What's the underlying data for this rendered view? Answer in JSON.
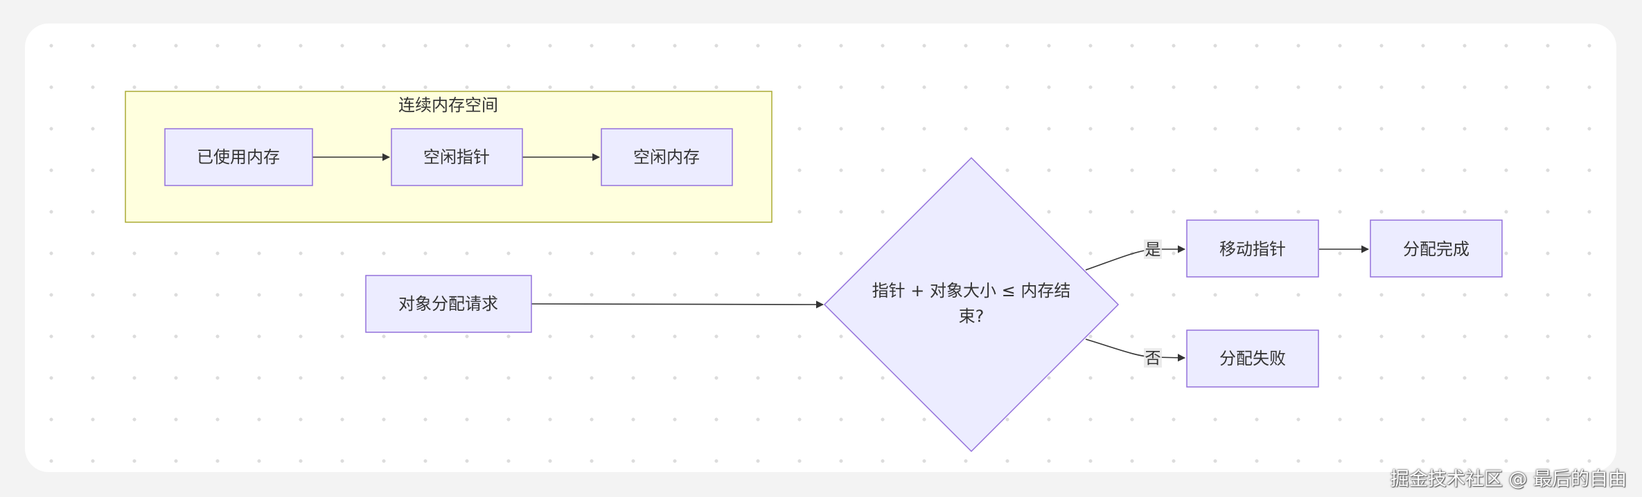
{
  "diagram": {
    "cluster": {
      "label": "连续内存空间",
      "fill": "#ffffde",
      "stroke": "#aaaa33"
    },
    "node_style": {
      "fill": "#ececff",
      "stroke": "#9370db",
      "edge": "#333333"
    },
    "nodes": {
      "used_memory": "已使用内存",
      "free_pointer": "空闲指针",
      "free_memory": "空闲内存",
      "alloc_request": "对象分配请求",
      "decision_line1": "指针 + 对象大小 ≤ 内存结",
      "decision_line2": "束?",
      "move_pointer": "移动指针",
      "alloc_done": "分配完成",
      "alloc_fail": "分配失败"
    },
    "edge_labels": {
      "yes": "是",
      "no": "否"
    }
  },
  "watermark": "掘金技术社区 @ 最后的自由"
}
